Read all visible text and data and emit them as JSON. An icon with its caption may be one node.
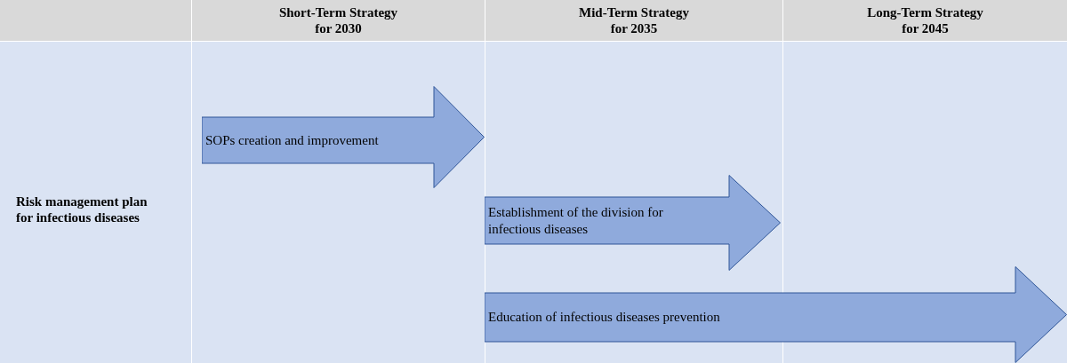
{
  "diagram": {
    "nodes": [
      {
        "text": [
          "SOPs creation and improvement"
        ]
      },
      {
        "text": [
          "Establishment of the division for infectious diseases"
        ]
      },
      {
        "text": [
          "Education of infectious diseases prevention"
        ]
      }
    ],
    "labels": [
      "Short-Term Strategy for 2030",
      "Mid-Term Strategy for 2035",
      "Long-Term Strategy for 2045",
      "Risk management plan for infectious diseases"
    ]
  }
}
